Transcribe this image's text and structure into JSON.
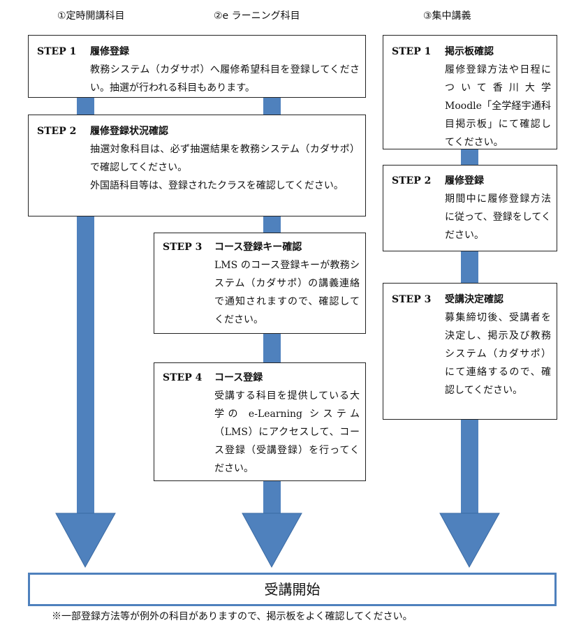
{
  "columns": {
    "regular": "①定時開講科目",
    "elearning": "②e ラーニング科目",
    "intensive": "③集中講義"
  },
  "regular": {
    "step1": {
      "step": "STEP 1",
      "title": "履修登録",
      "body": [
        "教務システム（カダサポ）へ履修希望科目を登録してください。抽選が行われる科目もあります。"
      ]
    },
    "step2": {
      "step": "STEP 2",
      "title": "履修登録状況確認",
      "body": [
        "抽選対象科目は、必ず抽選結果を教務システム（カダサポ）で確認してください。",
        "外国語科目等は、登録されたクラスを確認してください。"
      ]
    }
  },
  "elearning": {
    "step3": {
      "step": "STEP 3",
      "title": "コース登録キー確認",
      "body": [
        "LMS のコース登録キーが教務システム（カダサポ）の講義連絡で通知されますので、確認してください。"
      ]
    },
    "step4": {
      "step": "STEP 4",
      "title": "コース登録",
      "body": [
        "受講する科目を提供している大学の e-Learning システム（LMS）にアクセスして、コース登録（受講登録）を行ってください。"
      ]
    }
  },
  "intensive": {
    "step1": {
      "step": "STEP 1",
      "title": "掲示板確認",
      "body": [
        "履修登録方法や日程について香川大学 Moodle「全学経宇通科目掲示板」にて確認してください。"
      ]
    },
    "step2": {
      "step": "STEP 2",
      "title": "履修登録",
      "body": [
        "期間中に履修登録方法に従って、登録をしてください。"
      ]
    },
    "step3": {
      "step": "STEP 3",
      "title": "受講決定確認",
      "body": [
        "募集締切後、受講者を決定し、掲示及び教務システム（カダサポ）にて連絡するので、確認してください。"
      ]
    }
  },
  "start_label": "受講開始",
  "footnote": "※一部登録方法等が例外の科目がありますので、掲示板をよく確認してください。",
  "colors": {
    "arrow": "#4f81bd",
    "border": "#222222"
  }
}
